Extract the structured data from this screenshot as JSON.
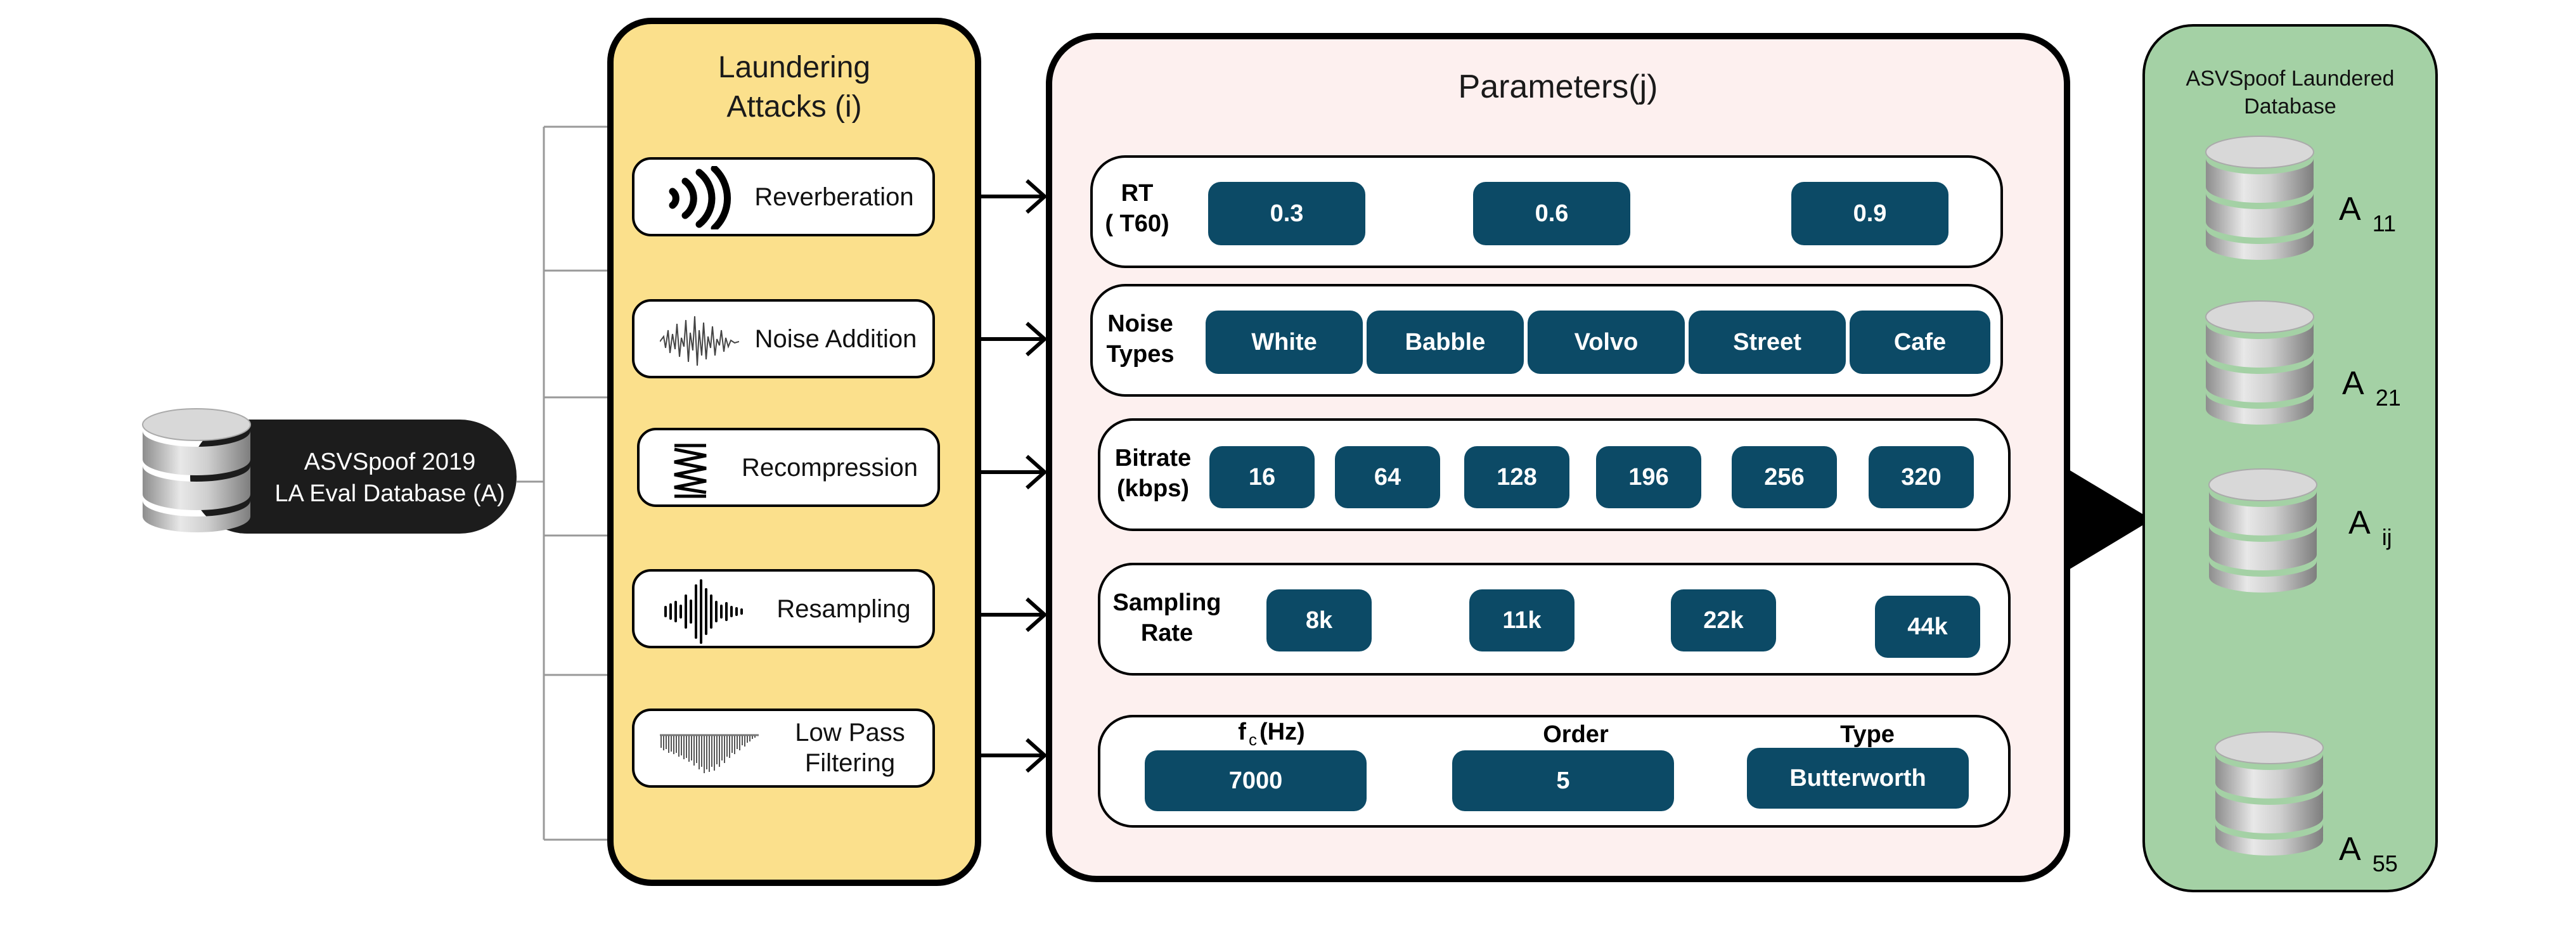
{
  "source_db": {
    "line1": "ASVSpoof 2019",
    "line2": "LA Eval Database (A)"
  },
  "attacks_panel": {
    "title_line1": "Laundering",
    "title_line2": "Attacks (i)",
    "items": [
      {
        "label": "Reverberation",
        "icon": "sound-waves-icon"
      },
      {
        "label": "Noise Addition",
        "icon": "noise-waveform-icon"
      },
      {
        "label": "Recompression",
        "icon": "compression-spring-icon"
      },
      {
        "label": "Resampling",
        "icon": "resampled-waveform-icon"
      },
      {
        "label": "Low Pass Filtering",
        "label_line1": "Low Pass",
        "label_line2": "Filtering",
        "icon": "filtered-waveform-icon"
      }
    ]
  },
  "params_panel": {
    "title": "Parameters(j)",
    "reverb": {
      "label_line1": "RT",
      "label_line2": "( T60)",
      "values": [
        "0.3",
        "0.6",
        "0.9"
      ]
    },
    "noise": {
      "label_line1": "Noise",
      "label_line2": "Types",
      "values": [
        "White",
        "Babble",
        "Volvo",
        "Street",
        "Cafe"
      ]
    },
    "bitrate": {
      "label_line1": "Bitrate",
      "label_line2": "(kbps)",
      "values": [
        "16",
        "64",
        "128",
        "196",
        "256",
        "320"
      ]
    },
    "sampling": {
      "label_line1": "Sampling",
      "label_line2": "Rate",
      "values": [
        "8k",
        "11k",
        "22k",
        "44k"
      ]
    },
    "filter": {
      "fc_head": "f",
      "fc_sub": "c",
      "fc_unit": "(Hz)",
      "order_head": "Order",
      "type_head": "Type",
      "fc_value": "7000",
      "order_value": "5",
      "type_value": "Butterworth"
    }
  },
  "output_db": {
    "title_line1": "ASVSpoof Laundered",
    "title_line2": "Database",
    "items": [
      {
        "base": "A",
        "sub": "11"
      },
      {
        "base": "A",
        "sub": "21"
      },
      {
        "base": "A",
        "sub": "ij"
      },
      {
        "base": "A",
        "sub": "55"
      }
    ]
  },
  "colors": {
    "attacks_panel_bg": "#fbe08c",
    "params_panel_bg": "#fdf0ef",
    "chip_bg": "#0c4a66",
    "output_panel_bg": "#a4d1a5",
    "source_pill_bg": "#1c1c1c"
  }
}
